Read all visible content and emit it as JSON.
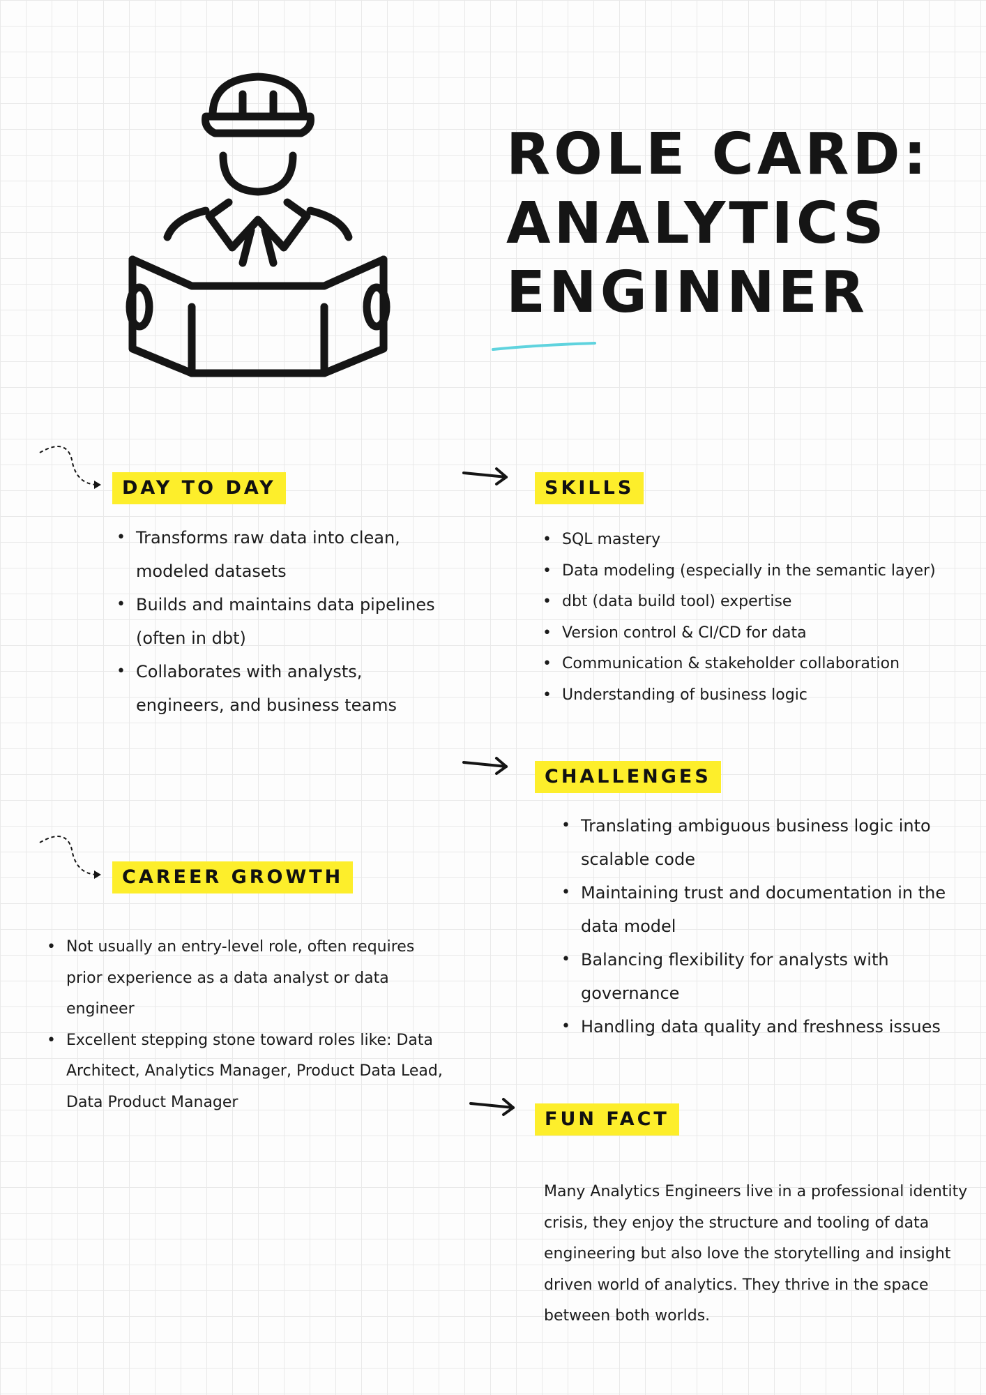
{
  "title": {
    "line1": "Role Card:",
    "line2": "Analytics",
    "line3": "Enginner"
  },
  "colors": {
    "highlight": "#fdee2b",
    "underline": "#5fd3de",
    "ink": "#151515"
  },
  "icons": {
    "hero": "engineer-reading-blueprint-icon",
    "arrows": "right-arrow-icon",
    "loops": "dashed-curved-arrow-icon"
  },
  "day_to_day": {
    "heading": "Day to Day",
    "items": [
      "Transforms raw data into clean, modeled datasets",
      "Builds and maintains data pipelines (often in dbt)",
      "Collaborates with analysts, engineers, and business teams"
    ]
  },
  "skills": {
    "heading": "Skills",
    "items": [
      "SQL mastery",
      "Data modeling (especially in the semantic layer)",
      "dbt (data build tool) expertise",
      "Version control & CI/CD for data",
      "Communication & stakeholder collaboration",
      "Understanding of business logic"
    ]
  },
  "challenges": {
    "heading": "Challenges",
    "items": [
      "Translating ambiguous business logic into scalable code",
      "Maintaining trust and documentation in the data model",
      "Balancing flexibility for analysts with governance",
      "Handling data quality and freshness issues"
    ]
  },
  "career_growth": {
    "heading": "Career Growth",
    "items": [
      "Not usually an entry-level role, often requires prior experience as a data analyst or data engineer",
      "Excellent stepping stone toward roles like: Data Architect, Analytics Manager, Product Data Lead, Data Product Manager"
    ]
  },
  "fun_fact": {
    "heading": "Fun Fact",
    "text": "Many Analytics Engineers live in a professional identity crisis, they enjoy the structure and tooling of data engineering but also love the storytelling and insight driven world of analytics. They thrive in the space between both worlds."
  }
}
